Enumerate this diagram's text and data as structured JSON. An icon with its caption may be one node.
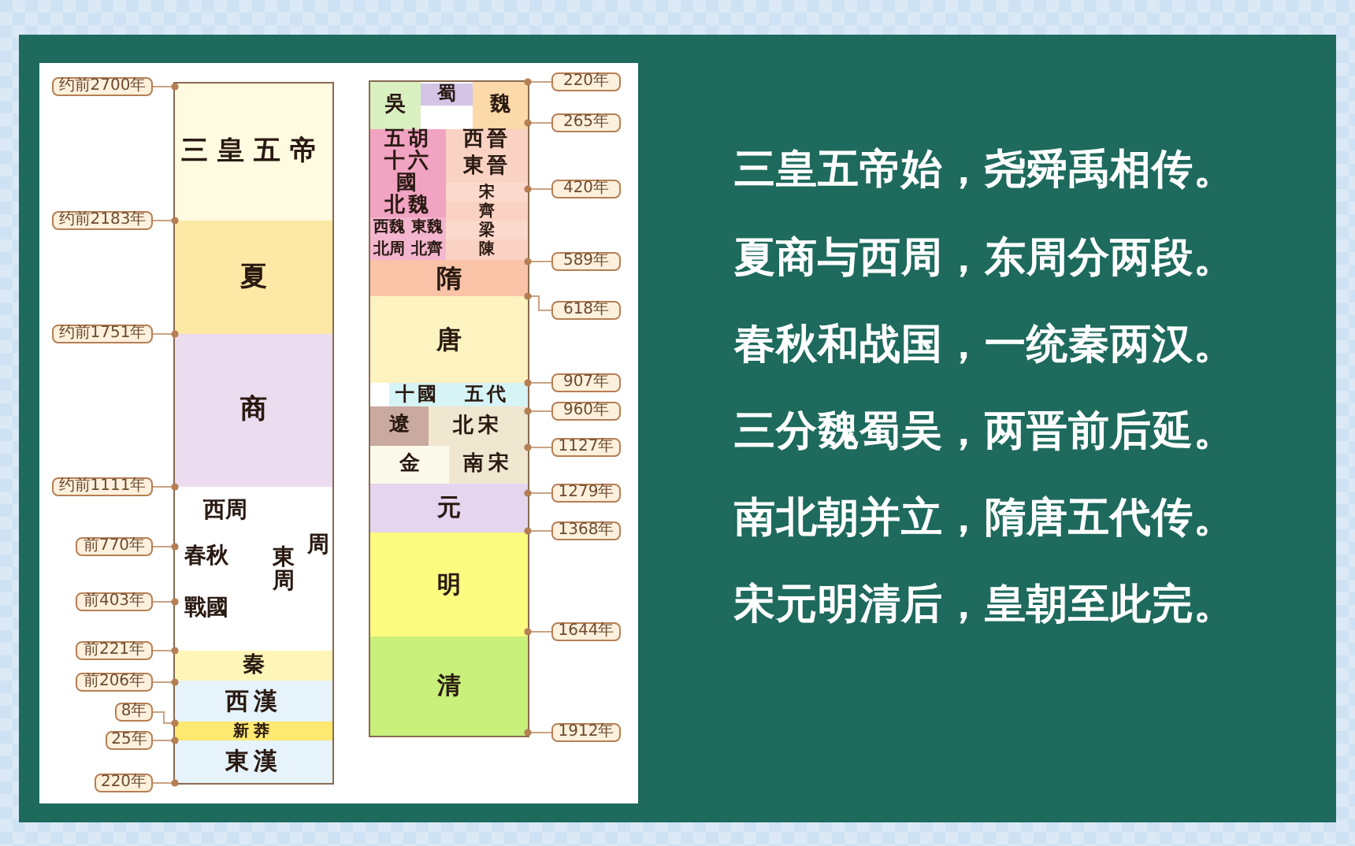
{
  "diagram": {
    "nodes": [
      {
        "text": [
          "三皇五帝"
        ]
      },
      {
        "text": [
          "夏"
        ]
      },
      {
        "text": [
          "商"
        ]
      },
      {
        "text": [
          "西周",
          "春秋",
          "東周",
          "戰國",
          "周"
        ]
      },
      {
        "text": [
          "秦"
        ]
      },
      {
        "text": [
          "西漢"
        ]
      },
      {
        "text": [
          "新莽"
        ]
      },
      {
        "text": [
          "東漢"
        ]
      },
      {
        "text": [
          "约前2700年"
        ]
      },
      {
        "text": [
          "约前2183年"
        ]
      },
      {
        "text": [
          "约前1751年"
        ]
      },
      {
        "text": [
          "约前1111年"
        ]
      },
      {
        "text": [
          "前770年"
        ]
      },
      {
        "text": [
          "前403年"
        ]
      },
      {
        "text": [
          "前221年"
        ]
      },
      {
        "text": [
          "前206年"
        ]
      },
      {
        "text": [
          "8年"
        ]
      },
      {
        "text": [
          "25年"
        ]
      },
      {
        "text": [
          "220年"
        ]
      },
      {
        "text": [
          "吳"
        ]
      },
      {
        "text": [
          "蜀"
        ]
      },
      {
        "text": [
          "魏"
        ]
      },
      {
        "text": [
          "五胡十六國"
        ]
      },
      {
        "text": [
          "北魏"
        ]
      },
      {
        "text": [
          "西魏"
        ]
      },
      {
        "text": [
          "東魏"
        ]
      },
      {
        "text": [
          "北周"
        ]
      },
      {
        "text": [
          "北齊"
        ]
      },
      {
        "text": [
          "西晉"
        ]
      },
      {
        "text": [
          "東晉"
        ]
      },
      {
        "text": [
          "宋"
        ]
      },
      {
        "text": [
          "齊"
        ]
      },
      {
        "text": [
          "梁"
        ]
      },
      {
        "text": [
          "陳"
        ]
      },
      {
        "text": [
          "隋"
        ]
      },
      {
        "text": [
          "唐"
        ]
      },
      {
        "text": [
          "十國"
        ]
      },
      {
        "text": [
          "五代"
        ]
      },
      {
        "text": [
          "遼"
        ]
      },
      {
        "text": [
          "北宋"
        ]
      },
      {
        "text": [
          "金"
        ]
      },
      {
        "text": [
          "南宋"
        ]
      },
      {
        "text": [
          "元"
        ]
      },
      {
        "text": [
          "明"
        ]
      },
      {
        "text": [
          "清"
        ]
      },
      {
        "text": [
          "220年"
        ]
      },
      {
        "text": [
          "265年"
        ]
      },
      {
        "text": [
          "420年"
        ]
      },
      {
        "text": [
          "589年"
        ]
      },
      {
        "text": [
          "618年"
        ]
      },
      {
        "text": [
          "907年"
        ]
      },
      {
        "text": [
          "960年"
        ]
      },
      {
        "text": [
          "1127年"
        ]
      },
      {
        "text": [
          "1279年"
        ]
      },
      {
        "text": [
          "1368年"
        ]
      },
      {
        "text": [
          "1644年"
        ]
      },
      {
        "text": [
          "1912年"
        ]
      }
    ],
    "edges": [
      {
        "from": 8,
        "to": null,
        "arrow": "other"
      },
      {
        "from": 9,
        "to": null,
        "arrow": "other"
      },
      {
        "from": 10,
        "to": null,
        "arrow": "other"
      },
      {
        "from": 11,
        "to": null,
        "arrow": "other"
      },
      {
        "from": 12,
        "to": null,
        "arrow": "other"
      },
      {
        "from": 13,
        "to": null,
        "arrow": "other"
      },
      {
        "from": 14,
        "to": null,
        "arrow": "other"
      },
      {
        "from": 15,
        "to": null,
        "arrow": "other"
      },
      {
        "from": 16,
        "to": null,
        "arrow": "other"
      },
      {
        "from": 17,
        "to": null,
        "arrow": "other"
      },
      {
        "from": 18,
        "to": null,
        "arrow": "other"
      },
      {
        "from": 45,
        "to": null,
        "arrow": "other"
      },
      {
        "from": 46,
        "to": null,
        "arrow": "other"
      },
      {
        "from": 47,
        "to": null,
        "arrow": "other"
      },
      {
        "from": 48,
        "to": null,
        "arrow": "other"
      },
      {
        "from": 49,
        "to": 34,
        "arrow": "other"
      },
      {
        "from": 50,
        "to": null,
        "arrow": "other"
      },
      {
        "from": 51,
        "to": null,
        "arrow": "other"
      },
      {
        "from": 52,
        "to": null,
        "arrow": "other"
      },
      {
        "from": 53,
        "to": null,
        "arrow": "other"
      },
      {
        "from": 54,
        "to": null,
        "arrow": "other"
      },
      {
        "from": 55,
        "to": null,
        "arrow": "other"
      },
      {
        "from": 56,
        "to": null,
        "arrow": "other"
      }
    ],
    "labels": [
      "三皇五帝始，尧舜禹相传。",
      "夏商与西周，东周分两段。",
      "春秋和战国，一统秦两汉。",
      "三分魏蜀吴，两晋前后延。",
      "南北朝并立，隋唐五代传。",
      "宋元明清后，皇朝至此完。"
    ]
  }
}
